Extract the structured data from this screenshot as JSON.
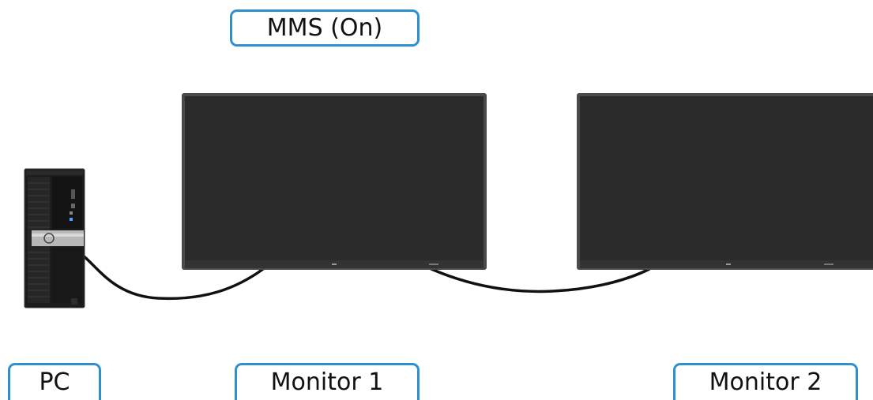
{
  "labels": {
    "mms": "MMS (On)",
    "pc": "PC",
    "monitor1": "Monitor 1",
    "monitor2": "Monitor 2"
  },
  "colors": {
    "label_border": "#2f8fd0",
    "screen": "#2b2b2b",
    "bezel": "#4a4a4a",
    "cable": "#111111",
    "tower": "#1c1c1c"
  },
  "icons": {
    "pc": "desktop-tower-icon",
    "monitor": "monitor-icon",
    "cable": "display-cable"
  }
}
